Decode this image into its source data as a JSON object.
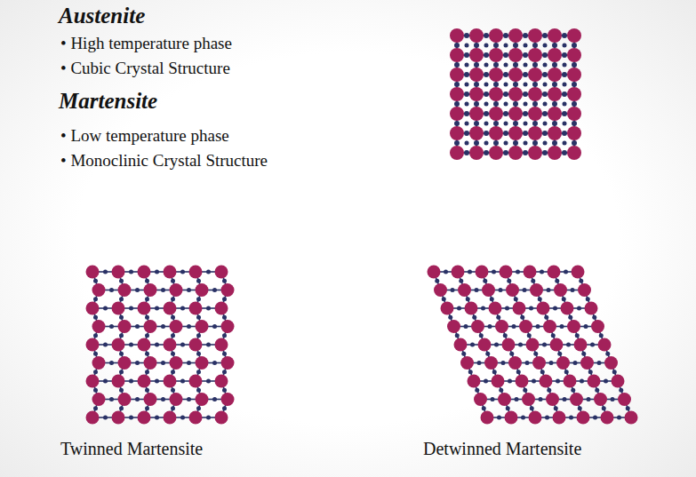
{
  "diagram": {
    "labels": [
      "Austenite",
      "• High temperature phase",
      "• Cubic Crystal Structure",
      "Martensite",
      "• Low temperature phase",
      "• Monoclinic Crystal Structure",
      "Twinned Martensite",
      "Detwinned Martensite"
    ]
  }
}
